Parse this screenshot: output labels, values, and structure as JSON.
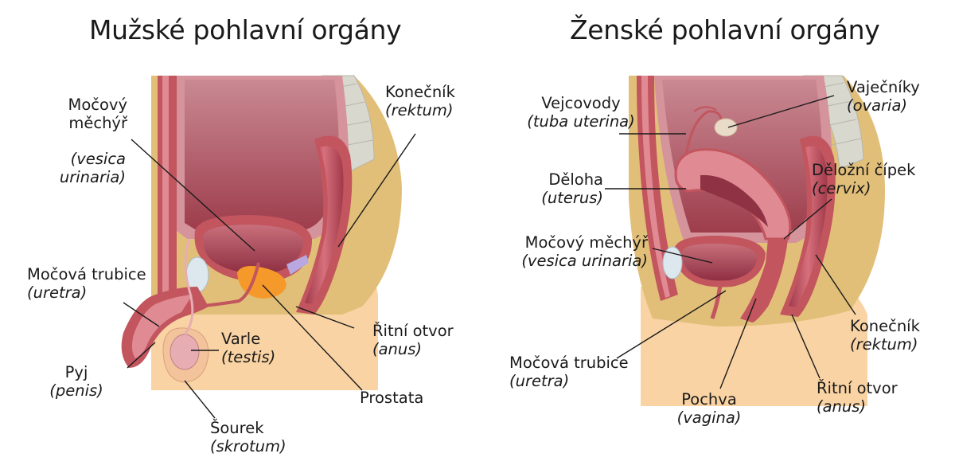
{
  "titles": {
    "male": "Mužské pohlavní orgány",
    "female": "Ženské pohlavní orgány"
  },
  "male": {
    "mocovy_mechyr_1": "Močový",
    "mocovy_mechyr_2": "měchýř",
    "mocovy_mechyr_latin_1": "(vesica",
    "mocovy_mechyr_latin_2": "urinaria)",
    "konecnik": "Konečník",
    "konecnik_latin": "(rektum)",
    "mocova_trubice": "Močová trubice",
    "mocova_trubice_latin": "(uretra)",
    "varle": "Varle",
    "varle_latin": "(testis)",
    "ritni_otvor": "Řitní otvor",
    "ritni_otvor_latin": "(anus)",
    "pyj": "Pyj",
    "pyj_latin": "(penis)",
    "prostata": "Prostata",
    "sourek": "Šourek",
    "sourek_latin": "(skrotum)"
  },
  "female": {
    "vejcovody": "Vejcovody",
    "vejcovody_latin": "(tuba uterina)",
    "vajecniky": "Vaječníky",
    "vajecniky_latin": "(ovaria)",
    "deloha": "Děloha",
    "deloha_latin": "(uterus)",
    "dolozni_cipek": "Děložní čípek",
    "dolozni_cipek_latin": "(cervix)",
    "mocovy_mechyr": "Močový měchýř",
    "mocovy_mechyr_latin": "(vesica urinaria)",
    "konecnik": "Konečník",
    "konecnik_latin": "(rektum)",
    "mocova_trubice": "Močová trubice",
    "mocova_trubice_latin": "(uretra)",
    "ritni_otvor": "Řitní otvor",
    "ritni_otvor_latin": "(anus)",
    "pochva": "Pochva",
    "pochva_latin": "(vagina)"
  },
  "colors": {
    "skin": "#f9d3a3",
    "fat": "#e2bf79",
    "muscle_wall": "#c2555e",
    "organ": "#b95863",
    "organ_dark": "#8f3344",
    "peritoneum": "#d5939b",
    "prostate": "#f59a2a",
    "spine": "#d8d8cf",
    "leader": "#1a1a1a"
  }
}
